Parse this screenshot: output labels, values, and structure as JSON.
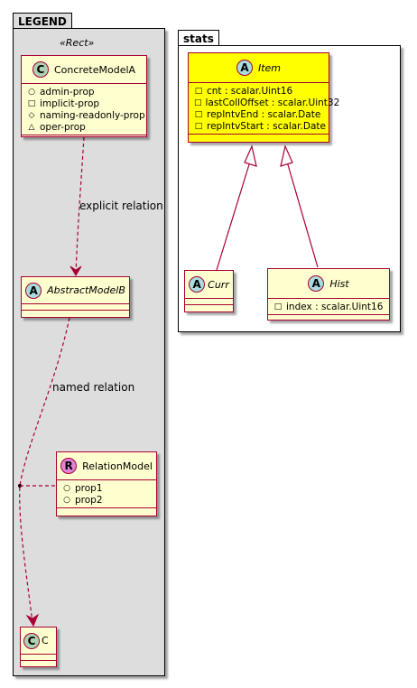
{
  "legend": {
    "title": "LEGEND",
    "stereotype": "«Rect»",
    "concrete": {
      "icon": "C",
      "name": "ConcreteModelA",
      "attrs": [
        {
          "vis": "○",
          "text": "admin-prop"
        },
        {
          "vis": "□",
          "text": "implicit-prop"
        },
        {
          "vis": "◇",
          "text": "naming-readonly-prop"
        },
        {
          "vis": "△",
          "text": "oper-prop"
        }
      ]
    },
    "explicit_label": "explicit relation",
    "abstract": {
      "icon": "A",
      "name": "AbstractModelB"
    },
    "named_label": "named relation",
    "relation": {
      "icon": "R",
      "name": "RelationModel",
      "attrs": [
        {
          "vis": "○",
          "text": "prop1"
        },
        {
          "vis": "○",
          "text": "prop2"
        }
      ]
    },
    "c": {
      "icon": "C",
      "name": "C"
    }
  },
  "stats": {
    "title": "stats",
    "item": {
      "icon": "A",
      "name": "Item",
      "attrs": [
        {
          "vis": "□",
          "text": "cnt : scalar.Uint16"
        },
        {
          "vis": "□",
          "text": "lastCollOffset : scalar.Uint32"
        },
        {
          "vis": "□",
          "text": "repIntvEnd : scalar.Date"
        },
        {
          "vis": "□",
          "text": "repIntvStart : scalar.Date"
        }
      ]
    },
    "curr": {
      "icon": "A",
      "name": "Curr"
    },
    "hist": {
      "icon": "A",
      "name": "Hist",
      "attrs": [
        {
          "vis": "□",
          "text": "index : scalar.Uint16"
        }
      ]
    }
  },
  "colors": {
    "border": "#a80036",
    "class_fill": "#fefece",
    "highlight_fill": "#ffff00",
    "legend_bg": "#dddddd",
    "circle_class": "#add1b2",
    "circle_abstract": "#a9dcdf",
    "circle_relation": "#e082d8"
  }
}
